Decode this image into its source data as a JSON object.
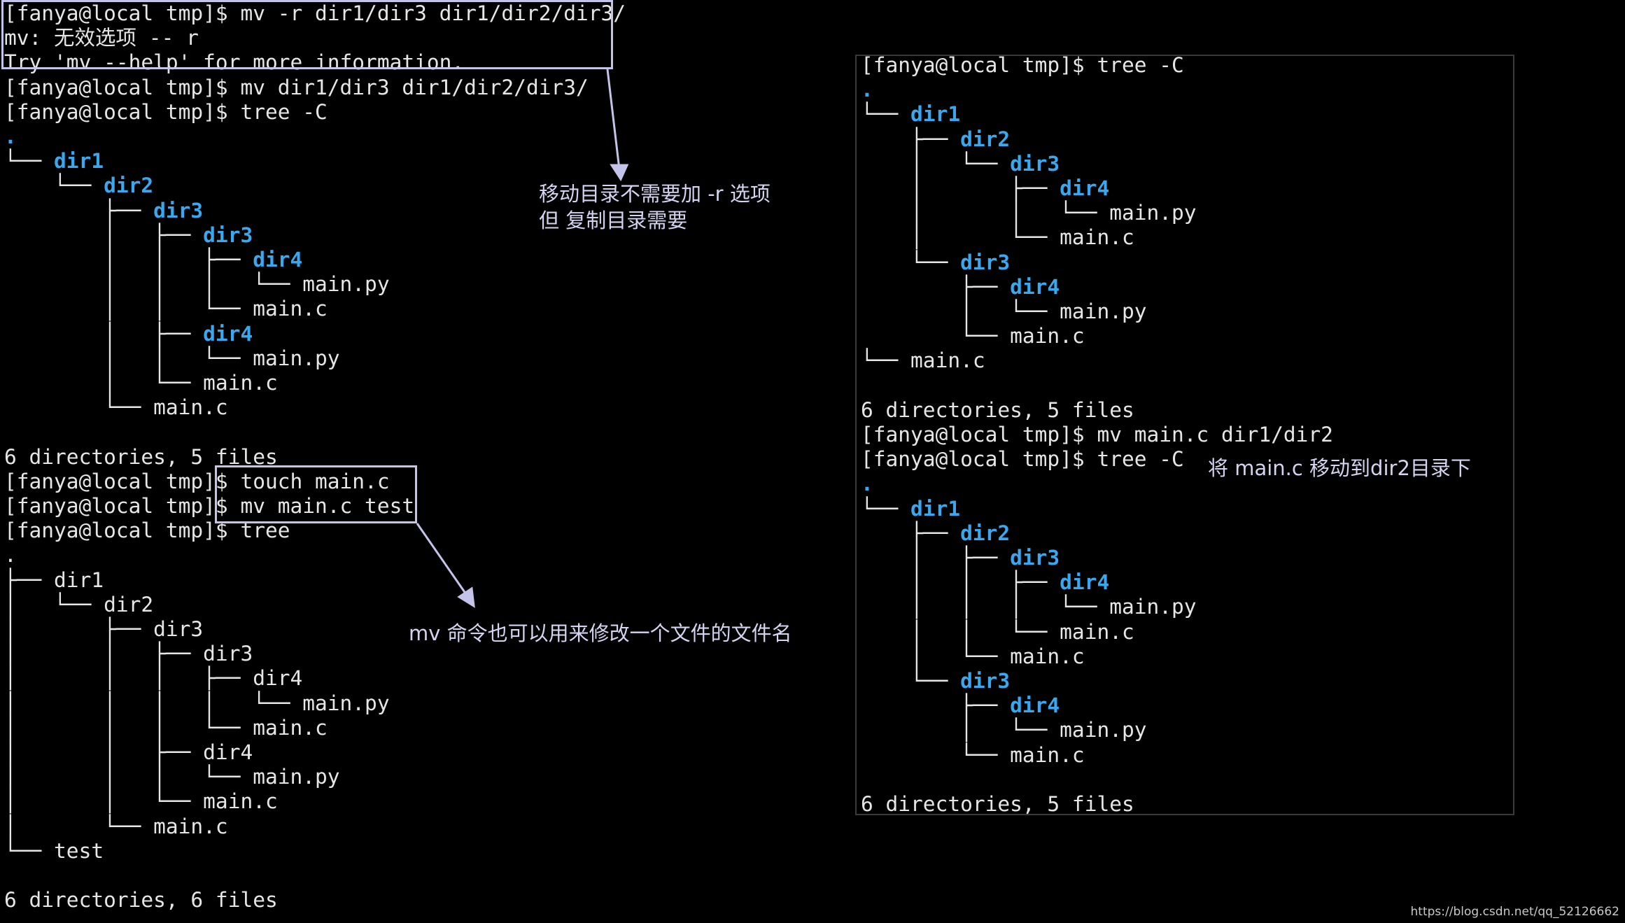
{
  "left_terminal": {
    "lines": [
      [
        {
          "t": "[fanya@local tmp]$ mv -r dir1/dir3 dir1/dir2/dir3/",
          "c": "plain"
        }
      ],
      [
        {
          "t": "mv: 无效选项 -- r",
          "c": "plain"
        }
      ],
      [
        {
          "t": "Try 'mv --help' for more information.",
          "c": "plain"
        }
      ],
      [
        {
          "t": "[fanya@local tmp]$ mv dir1/dir3 dir1/dir2/dir3/",
          "c": "plain"
        }
      ],
      [
        {
          "t": "[fanya@local tmp]$ tree -C",
          "c": "plain"
        }
      ],
      [
        {
          "t": ".",
          "c": "dir"
        }
      ],
      [
        {
          "t": "└── ",
          "c": "plain"
        },
        {
          "t": "dir1",
          "c": "dir"
        }
      ],
      [
        {
          "t": "    └── ",
          "c": "plain"
        },
        {
          "t": "dir2",
          "c": "dir"
        }
      ],
      [
        {
          "t": "        ├── ",
          "c": "plain"
        },
        {
          "t": "dir3",
          "c": "dir"
        }
      ],
      [
        {
          "t": "        │   ├── ",
          "c": "plain"
        },
        {
          "t": "dir3",
          "c": "dir"
        }
      ],
      [
        {
          "t": "        │   │   ├── ",
          "c": "plain"
        },
        {
          "t": "dir4",
          "c": "dir"
        }
      ],
      [
        {
          "t": "        │   │   │   └── main.py",
          "c": "plain"
        }
      ],
      [
        {
          "t": "        │   │   └── main.c",
          "c": "plain"
        }
      ],
      [
        {
          "t": "        │   ├── ",
          "c": "plain"
        },
        {
          "t": "dir4",
          "c": "dir"
        }
      ],
      [
        {
          "t": "        │   │   └── main.py",
          "c": "plain"
        }
      ],
      [
        {
          "t": "        │   └── main.c",
          "c": "plain"
        }
      ],
      [
        {
          "t": "        └── main.c",
          "c": "plain"
        }
      ],
      [],
      [
        {
          "t": "6 directories, 5 files",
          "c": "plain"
        }
      ],
      [
        {
          "t": "[fanya@local tmp]$ touch main.c",
          "c": "plain"
        }
      ],
      [
        {
          "t": "[fanya@local tmp]$ mv main.c test",
          "c": "plain"
        }
      ],
      [
        {
          "t": "[fanya@local tmp]$ tree",
          "c": "plain"
        }
      ],
      [
        {
          "t": ".",
          "c": "plain"
        }
      ],
      [
        {
          "t": "├── dir1",
          "c": "plain"
        }
      ],
      [
        {
          "t": "│   └── dir2",
          "c": "plain"
        }
      ],
      [
        {
          "t": "│       ├── dir3",
          "c": "plain"
        }
      ],
      [
        {
          "t": "│       │   ├── dir3",
          "c": "plain"
        }
      ],
      [
        {
          "t": "│       │   │   ├── dir4",
          "c": "plain"
        }
      ],
      [
        {
          "t": "│       │   │   │   └── main.py",
          "c": "plain"
        }
      ],
      [
        {
          "t": "│       │   │   └── main.c",
          "c": "plain"
        }
      ],
      [
        {
          "t": "│       │   ├── dir4",
          "c": "plain"
        }
      ],
      [
        {
          "t": "│       │   │   └── main.py",
          "c": "plain"
        }
      ],
      [
        {
          "t": "│       │   └── main.c",
          "c": "plain"
        }
      ],
      [
        {
          "t": "│       └── main.c",
          "c": "plain"
        }
      ],
      [
        {
          "t": "└── test",
          "c": "plain"
        }
      ],
      [],
      [
        {
          "t": "6 directories, 6 files",
          "c": "plain"
        }
      ]
    ]
  },
  "right_terminal": {
    "lines": [
      [
        {
          "t": "[fanya@local tmp]$ tree -C",
          "c": "plain"
        }
      ],
      [
        {
          "t": ".",
          "c": "dir"
        }
      ],
      [
        {
          "t": "└── ",
          "c": "plain"
        },
        {
          "t": "dir1",
          "c": "dir"
        }
      ],
      [
        {
          "t": "    ├── ",
          "c": "plain"
        },
        {
          "t": "dir2",
          "c": "dir"
        }
      ],
      [
        {
          "t": "    │   └── ",
          "c": "plain"
        },
        {
          "t": "dir3",
          "c": "dir"
        }
      ],
      [
        {
          "t": "    │       ├── ",
          "c": "plain"
        },
        {
          "t": "dir4",
          "c": "dir"
        }
      ],
      [
        {
          "t": "    │       │   └── main.py",
          "c": "plain"
        }
      ],
      [
        {
          "t": "    │       └── main.c",
          "c": "plain"
        }
      ],
      [
        {
          "t": "    └── ",
          "c": "plain"
        },
        {
          "t": "dir3",
          "c": "dir"
        }
      ],
      [
        {
          "t": "        ├── ",
          "c": "plain"
        },
        {
          "t": "dir4",
          "c": "dir"
        }
      ],
      [
        {
          "t": "        │   └── main.py",
          "c": "plain"
        }
      ],
      [
        {
          "t": "        └── main.c",
          "c": "plain"
        }
      ],
      [
        {
          "t": "└── main.c",
          "c": "plain"
        }
      ],
      [],
      [
        {
          "t": "6 directories, 5 files",
          "c": "plain"
        }
      ],
      [
        {
          "t": "[fanya@local tmp]$ mv main.c dir1/dir2",
          "c": "plain"
        }
      ],
      [
        {
          "t": "[fanya@local tmp]$ tree -C",
          "c": "plain"
        }
      ],
      [
        {
          "t": ".",
          "c": "dir"
        }
      ],
      [
        {
          "t": "└── ",
          "c": "plain"
        },
        {
          "t": "dir1",
          "c": "dir"
        }
      ],
      [
        {
          "t": "    ├── ",
          "c": "plain"
        },
        {
          "t": "dir2",
          "c": "dir"
        }
      ],
      [
        {
          "t": "    │   ├── ",
          "c": "plain"
        },
        {
          "t": "dir3",
          "c": "dir"
        }
      ],
      [
        {
          "t": "    │   │   ├── ",
          "c": "plain"
        },
        {
          "t": "dir4",
          "c": "dir"
        }
      ],
      [
        {
          "t": "    │   │   │   └── main.py",
          "c": "plain"
        }
      ],
      [
        {
          "t": "    │   │   └── main.c",
          "c": "plain"
        }
      ],
      [
        {
          "t": "    │   └── main.c",
          "c": "plain"
        }
      ],
      [
        {
          "t": "    └── ",
          "c": "plain"
        },
        {
          "t": "dir3",
          "c": "dir"
        }
      ],
      [
        {
          "t": "        ├── ",
          "c": "plain"
        },
        {
          "t": "dir4",
          "c": "dir"
        }
      ],
      [
        {
          "t": "        │   └── main.py",
          "c": "plain"
        }
      ],
      [
        {
          "t": "        └── main.c",
          "c": "plain"
        }
      ],
      [],
      [
        {
          "t": "6 directories, 5 files",
          "c": "plain"
        }
      ]
    ]
  },
  "annotations": {
    "move_no_r_line1": "移动目录不需要加 -r 选项",
    "move_no_r_line2": "但 复制目录需要",
    "rename": "mv 命令也可以用来修改一个文件的文件名",
    "move_main_c": "将 main.c 移动到dir2目录下"
  },
  "watermark": "https://blog.csdn.net/qq_52126662",
  "colors": {
    "background": "#000000",
    "text": "#e6e6e6",
    "directory": "#3aa8ee",
    "annotation": "#d4d4f2",
    "highlight_box": "#c4c4ea"
  }
}
